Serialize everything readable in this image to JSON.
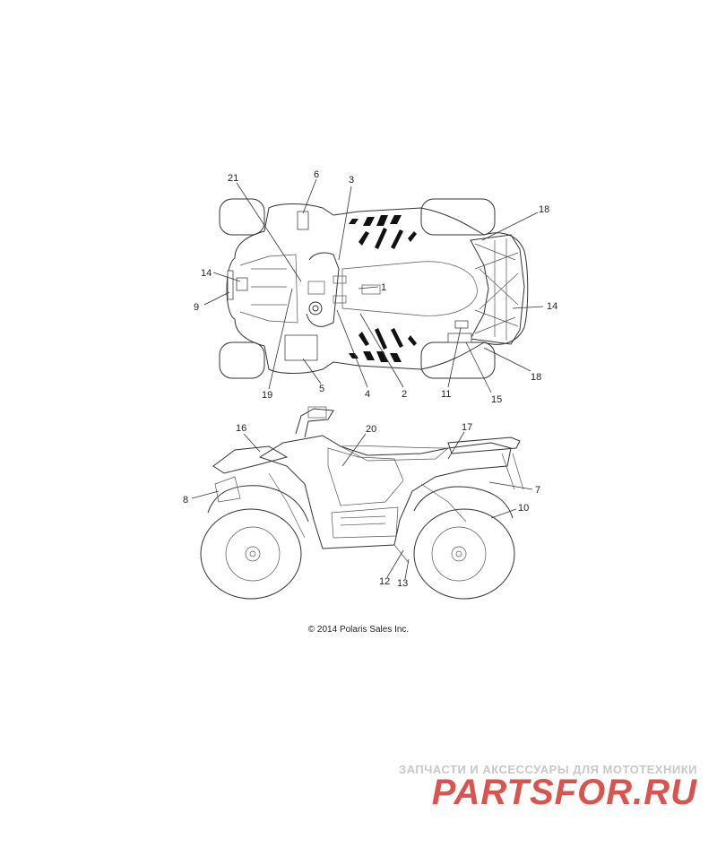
{
  "callouts": {
    "c21": "21",
    "c6": "6",
    "c3": "3",
    "c18a": "18",
    "c14a": "14",
    "c9": "9",
    "c1": "1",
    "c14b": "14",
    "c19": "19",
    "c5": "5",
    "c4": "4",
    "c2": "2",
    "c11": "11",
    "c15": "15",
    "c18b": "18",
    "c16": "16",
    "c20": "20",
    "c17": "17",
    "c8": "8",
    "c7": "7",
    "c10": "10",
    "c12": "12",
    "c13": "13"
  },
  "copyright": "© 2014 Polaris Sales Inc.",
  "watermark": {
    "tagline": "ЗАПЧАСТИ И АКСЕССУАРЫ ДЛЯ МОТОТЕХНИКИ",
    "logo": "PARTSFOR.RU"
  },
  "colors": {
    "lines": "#333333",
    "watermark": "#d9534f"
  }
}
